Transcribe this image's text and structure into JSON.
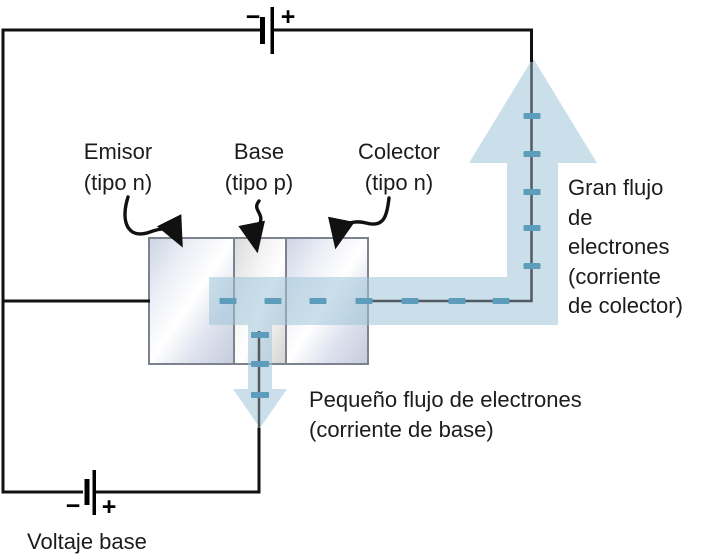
{
  "figure": {
    "description": "Diagrama de circuito de transistor npn con flujo de electrones",
    "regions": [
      {
        "name": "emitter",
        "label_line1": "Emisor",
        "label_line2": "(tipo n)"
      },
      {
        "name": "base",
        "label_line1": "Base",
        "label_line2": "(tipo p)"
      },
      {
        "name": "collector",
        "label_line1": "Colector",
        "label_line2": "(tipo n)"
      }
    ]
  },
  "text": {
    "emitter_1": "Emisor",
    "emitter_2": "(tipo n)",
    "base_1": "Base",
    "base_2": "(tipo p)",
    "collector_1": "Colector",
    "collector_2": "(tipo n)",
    "collector_current": "Gran flujo\nde\nelectrones\n(corriente\nde colector)",
    "base_current_1": "Pequeño flujo de electrones",
    "base_current_2": "(corriente de base)",
    "base_voltage": "Voltaje base",
    "battery_top_minus": "−",
    "battery_top_plus": "+",
    "battery_bottom_minus": "−",
    "battery_bottom_plus": "+"
  },
  "icons": {
    "large_up_arrow": "large-electron-flow-arrow",
    "small_down_arrow": "small-electron-flow-arrow",
    "battery_top": "battery-symbol",
    "battery_bottom": "battery-symbol",
    "pointer_arrows": "curved-pointer-arrow"
  },
  "colors": {
    "background": "#ffffff",
    "wire": "#111111",
    "inner_wire_gray": "#515a61",
    "flow_fill": "rgba(158,197,217,0.55)",
    "electron_dash": "#5d9cbb",
    "box_border": "#7c828e",
    "text": "#1c1c1c"
  }
}
